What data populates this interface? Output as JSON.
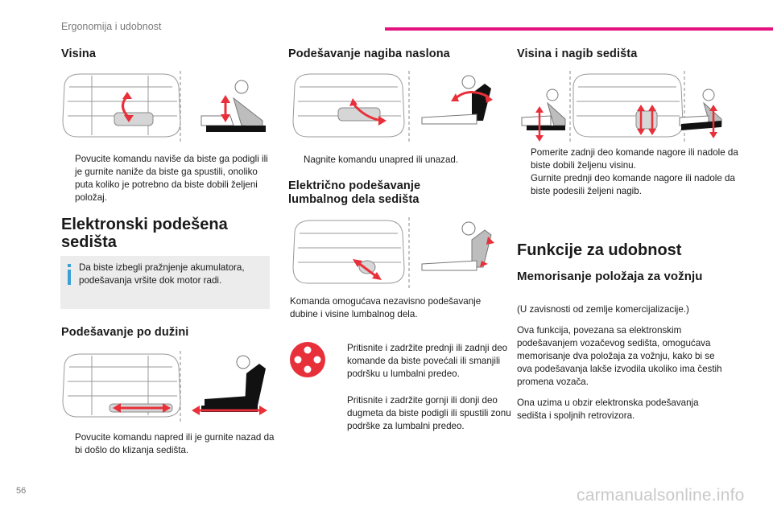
{
  "header": {
    "section_title": "Ergonomija i udobnost",
    "accent_color": "#e4127f"
  },
  "col1": {
    "visina_heading": "Visina",
    "visina_bullet": "Povucite komandu naviše da biste ga podigli ili je gurnite naniže da biste ga spustili, onoliko puta koliko je potrebno da biste dobili željeni položaj.",
    "elektronski_heading_line1": "Elektronski podešena",
    "elektronski_heading_line2": "sedišta",
    "info_text": "Da biste izbegli pražnjenje akumulatora, podešavanja vršite dok motor radi.",
    "duzina_heading": "Podešavanje po dužini",
    "duzina_bullet": "Povucite komandu napred ili je gurnite nazad da bi došlo do klizanja sedišta."
  },
  "col2": {
    "nagib_heading": "Podešavanje nagiba naslona",
    "nagib_bullet": "Nagnite komandu unapred ili unazad.",
    "lumbal_heading_line1": "Električno podešavanje",
    "lumbal_heading_line2": "lumbalnog dela sedišta",
    "lumbal_text": "Komanda omogućava nezavisno podešavanje dubine i visine lumbalnog dela.",
    "lumbal_bullet1": "Pritisnite i zadržite prednji ili zadnji deo komande da biste povećali ili smanjili podršku u lumbalni predeo.",
    "lumbal_bullet2": "Pritisnite i zadržite gornji ili donji deo dugmeta da biste podigli ili spustili zonu podrške za lumbalni predeo."
  },
  "col3": {
    "visina_nagib_heading": "Visina i nagib sedišta",
    "vn_bullet1": "Pomerite zadnji deo komande nagore ili nadole da biste dobili željenu visinu.",
    "vn_bullet2": "Gurnite prednji deo komande nagore ili nadole da biste podesili željeni nagib.",
    "funkcije_heading": "Funkcije za udobnost",
    "memorisanje_heading": "Memorisanje položaja za vožnju",
    "note": "(U zavisnosti od zemlje komercijalizacije.)",
    "para1": "Ova funkcija, povezana sa elektronskim podešavanjem vozačevog sedišta, omogućava memorisanje dva položaja za vožnju, kako bi se ova podešavanja lakše izvodila ukoliko ima čestih promena vozača.",
    "para2": "Ona uzima u obzir elektronska podešavanja sedišta i spoljnih retrovizora."
  },
  "bullet_marker": "",
  "footer": {
    "page_number": "56",
    "watermark": "carmanualsonline.info"
  },
  "colors": {
    "arrow_red": "#e8303a",
    "info_blue": "#3aa0d8",
    "box_gray": "#ececec"
  }
}
